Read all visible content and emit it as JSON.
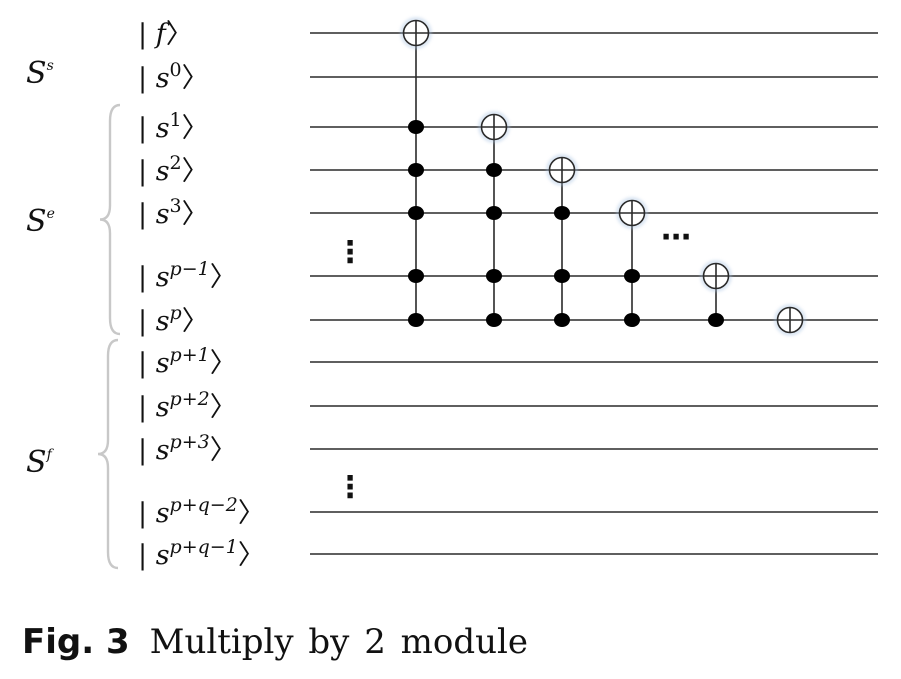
{
  "diagram": {
    "qubits": [
      {
        "id": "f",
        "ket": "f",
        "sup": ""
      },
      {
        "id": "s0",
        "ket": "s",
        "sup": "0"
      },
      {
        "id": "s1",
        "ket": "s",
        "sup": "1"
      },
      {
        "id": "s2",
        "ket": "s",
        "sup": "2"
      },
      {
        "id": "s3",
        "ket": "s",
        "sup": "3"
      },
      {
        "id": "sp-1",
        "ket": "s",
        "sup": "p−1"
      },
      {
        "id": "sp",
        "ket": "s",
        "sup": "p"
      },
      {
        "id": "sp+1",
        "ket": "s",
        "sup": "p+1"
      },
      {
        "id": "sp+2",
        "ket": "s",
        "sup": "p+2"
      },
      {
        "id": "sp+3",
        "ket": "s",
        "sup": "p+3"
      },
      {
        "id": "sp+q-2",
        "ket": "s",
        "sup": "p+q−2"
      },
      {
        "id": "sp+q-1",
        "ket": "s",
        "sup": "p+q−1"
      }
    ],
    "registers": [
      {
        "name": "S",
        "sup": "s",
        "qubits": [
          "f",
          "s0"
        ],
        "brace": false
      },
      {
        "name": "S",
        "sup": "e",
        "qubits": [
          "s1",
          "s2",
          "s3",
          "sp-1",
          "sp"
        ],
        "brace": true
      },
      {
        "name": "S",
        "sup": "f",
        "qubits": [
          "sp+1",
          "sp+2",
          "sp+3",
          "sp+q-2",
          "sp+q-1"
        ],
        "brace": true
      }
    ],
    "gates": [
      {
        "target": "f",
        "controls": [
          "s1",
          "s2",
          "s3",
          "sp-1",
          "sp"
        ]
      },
      {
        "target": "s1",
        "controls": [
          "s2",
          "s3",
          "sp-1",
          "sp"
        ]
      },
      {
        "target": "s2",
        "controls": [
          "s3",
          "sp-1",
          "sp"
        ]
      },
      {
        "target": "s3",
        "controls": [
          "sp-1",
          "sp"
        ]
      },
      {
        "target": "sp-1",
        "controls": [
          "sp"
        ]
      },
      {
        "target": "sp",
        "controls": []
      }
    ],
    "ellipses": {
      "vertical": "⋮",
      "horizontal": "⋯"
    },
    "colors": {
      "line": "#2a2a2a",
      "brace": "#c8c8c8",
      "text": "#111111",
      "gate_glow": "#a9c3e2"
    }
  },
  "caption": {
    "label": "Fig. 3",
    "text": "Multiply by 2 module"
  }
}
